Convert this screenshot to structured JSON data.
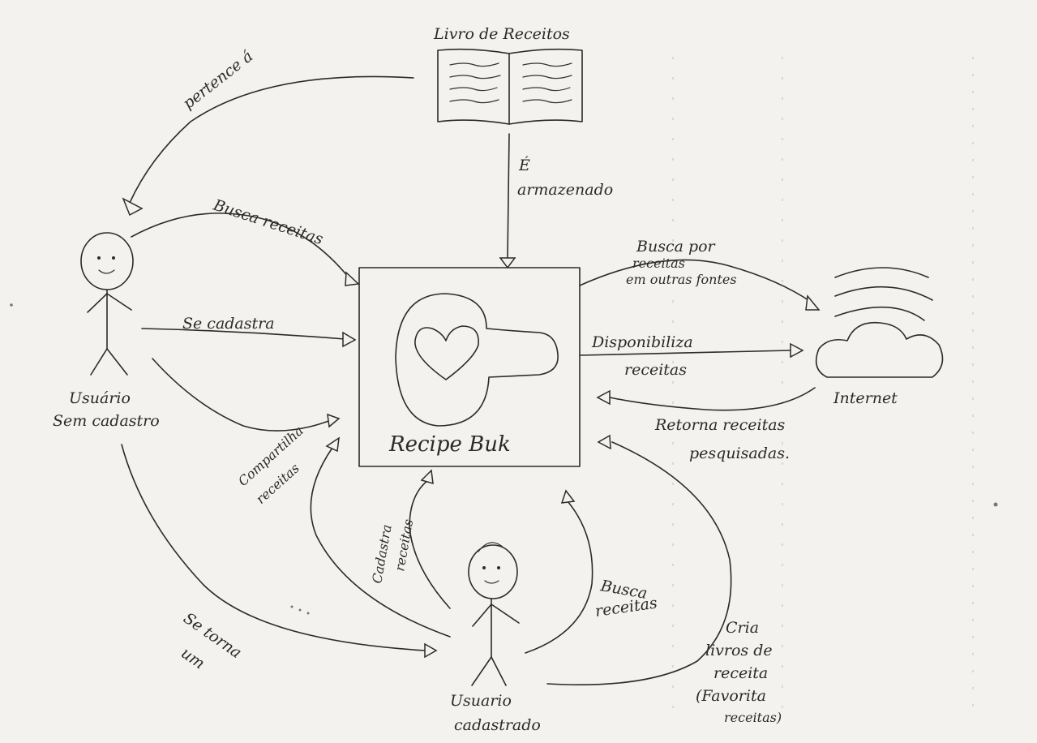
{
  "title": "Livro de Receitos",
  "system": {
    "name": "Recipe Buk"
  },
  "actors": {
    "guest": {
      "line1": "Usuário",
      "line2": "Sem cadastro"
    },
    "registered": {
      "line1": "Usuario",
      "line2": "cadastrado"
    },
    "internet": "Internet"
  },
  "edges": {
    "pertence": "pertence á",
    "armazenado_1": "É",
    "armazenado_2": "armazenado",
    "busca_receitas_guest": "Busca receitas",
    "se_cadastra": "Se cadastra",
    "compartilha_1": "Compartilha",
    "compartilha_2": "receitas",
    "se_torna_1": "Se torna",
    "se_torna_2": "um",
    "busca_outras_1": "Busca por",
    "busca_outras_2": "receitas",
    "busca_outras_3": "em outras fontes",
    "disponibiliza_1": "Disponibiliza",
    "disponibiliza_2": "receitas",
    "retorna_1": "Retorna receitas",
    "retorna_2": "pesquisadas.",
    "cadastra_1": "Cadastra",
    "cadastra_2": "receitas",
    "busca_reg_1": "Busca",
    "busca_reg_2": "receitas",
    "cria_1": "Cria",
    "cria_2": "livros de",
    "cria_3": "receita",
    "cria_4": "(Favorita",
    "cria_5": "receitas)"
  }
}
